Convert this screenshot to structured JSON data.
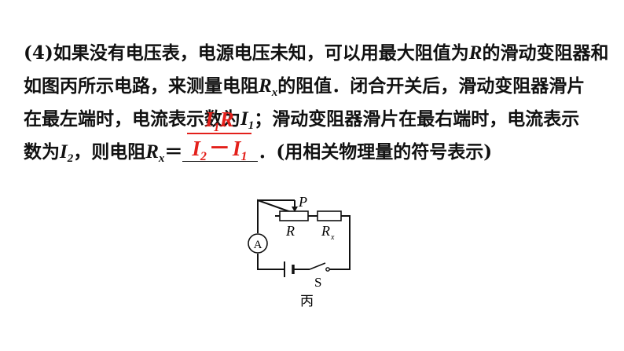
{
  "question": {
    "line1": {
      "t1": "(4)如果没有电压表，电源电压未知，可以用最大阻值为",
      "sym": "R",
      "t2": "的滑动变阻器和"
    },
    "line2": {
      "t1": "如图丙所示电路，来测量电阻",
      "sym": "R",
      "sub": "x",
      "t2": "的阻值．闭合开关后，滑动变阻器滑片"
    },
    "line3": {
      "t1": "在最左端时，电流表示数为",
      "sym": "I",
      "sub": "1",
      "t2": "；滑动变阻器滑片在最右端时，电流表示"
    },
    "line4": {
      "t1": "数为",
      "sym": "I",
      "sub": "2",
      "t2": "，则电阻",
      "sym2": "R",
      "sub2": "x",
      "eq": "＝",
      "t3": "．(用相关物理量的符号表示)"
    }
  },
  "answer": {
    "numerator": {
      "i": "I",
      "isub": "1",
      "r": "R"
    },
    "denominator": {
      "a": "I",
      "asub": "2",
      "minus": "－",
      "b": "I",
      "bsub": "1"
    },
    "color": "#e3201b"
  },
  "circuit": {
    "slider_label": "P",
    "rheostat_label": "R",
    "resistor_label": "R",
    "resistor_sub": "x",
    "ammeter_label": "A",
    "switch_label": "S",
    "caption": "丙"
  }
}
